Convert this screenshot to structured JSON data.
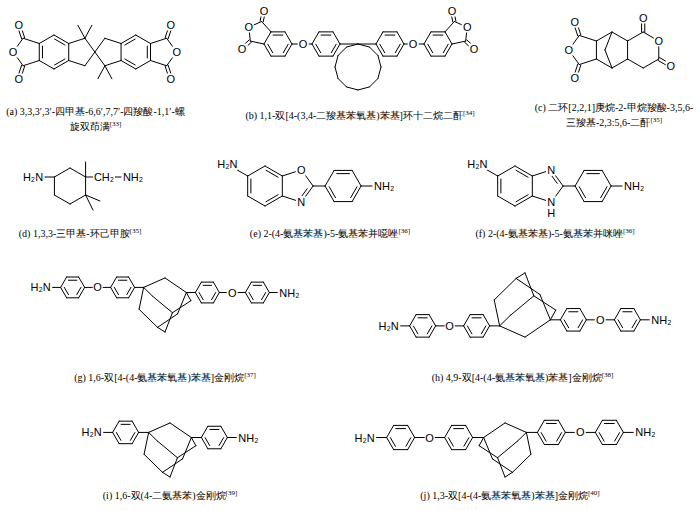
{
  "diagram": {
    "labels": [
      "O",
      "O",
      "O",
      "O",
      "O",
      "O",
      "(a) 3,3,3′,3′-四甲基-6,6′,7,7′-四羧酸-1,1′-螺旋双茚满",
      "[33]",
      "O",
      "O",
      "O",
      "O",
      "O",
      "O",
      "O",
      "O",
      "(b) 1,1-双[4-(3,4-二羧基苯氧基)苯基]环十二烷二酐",
      "[34]",
      "O",
      "O",
      "O",
      "O",
      "O",
      "O",
      "(c) 二环[2,2,1]庚烷-2-甲烷羧酸-3,5,6-三羧基-2,3:5,6-二酐",
      "[35]",
      "H₂N",
      "CH₂",
      "NH₂",
      "(d) 1,3,3-三甲基-环己甲胺",
      "[35]",
      "H₂N",
      "O",
      "N",
      "NH₂",
      "(e) 2-(4-氨基苯基)-5-氨基苯并噁唑",
      "[36]",
      "H₂N",
      "N",
      "N",
      "H",
      "NH₂",
      "(f) 2-(4-氨基苯基)-5-氨基苯并咪唑",
      "[36]",
      "H₂N",
      "O",
      "O",
      "NH₂",
      "(g) 1,6-双[4-(4-氨基苯氧基)苯基]金刚烷",
      "[37]",
      "H₂N",
      "O",
      "O",
      "NH₂",
      "(h) 4,9-双[4-(4-氨基苯氧基)苯基]金刚烷",
      "[38]",
      "H₂N",
      "NH₂",
      "(i) 1,6-双(4-二氨基苯)金刚烷",
      "[39]",
      "H₂N",
      "O",
      "O",
      "NH₂",
      "(j) 1,3-双[4-(4-氨基苯氧基)苯基]金刚烷",
      "[40]"
    ]
  }
}
